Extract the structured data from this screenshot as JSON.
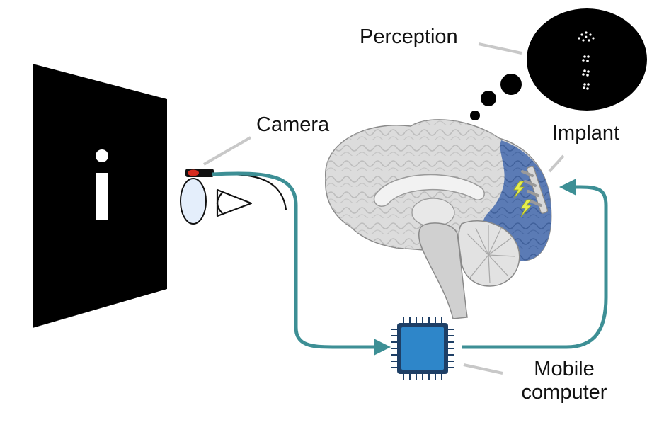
{
  "screen": {
    "symbol": "i",
    "color": "#000000"
  },
  "labels": {
    "perception": "Perception",
    "camera": "Camera",
    "implant": "Implant",
    "mobile_line1": "Mobile",
    "mobile_line2": "computer"
  },
  "colors": {
    "wire": "#3d8f95",
    "chip_body": "#2e86c9",
    "chip_border": "#1e3f66",
    "cortex_highlight": "#5b7bb5",
    "brain": "#dcdcdc",
    "thought": "#000000",
    "camera_led": "#d62c1f",
    "spark": "#e6ee4f",
    "leader_line": "#c8c8c8"
  },
  "icons": [
    "eye-icon",
    "glasses-lens-icon",
    "lightning-bolt-icon",
    "microchip-icon",
    "arrowhead-icon"
  ]
}
